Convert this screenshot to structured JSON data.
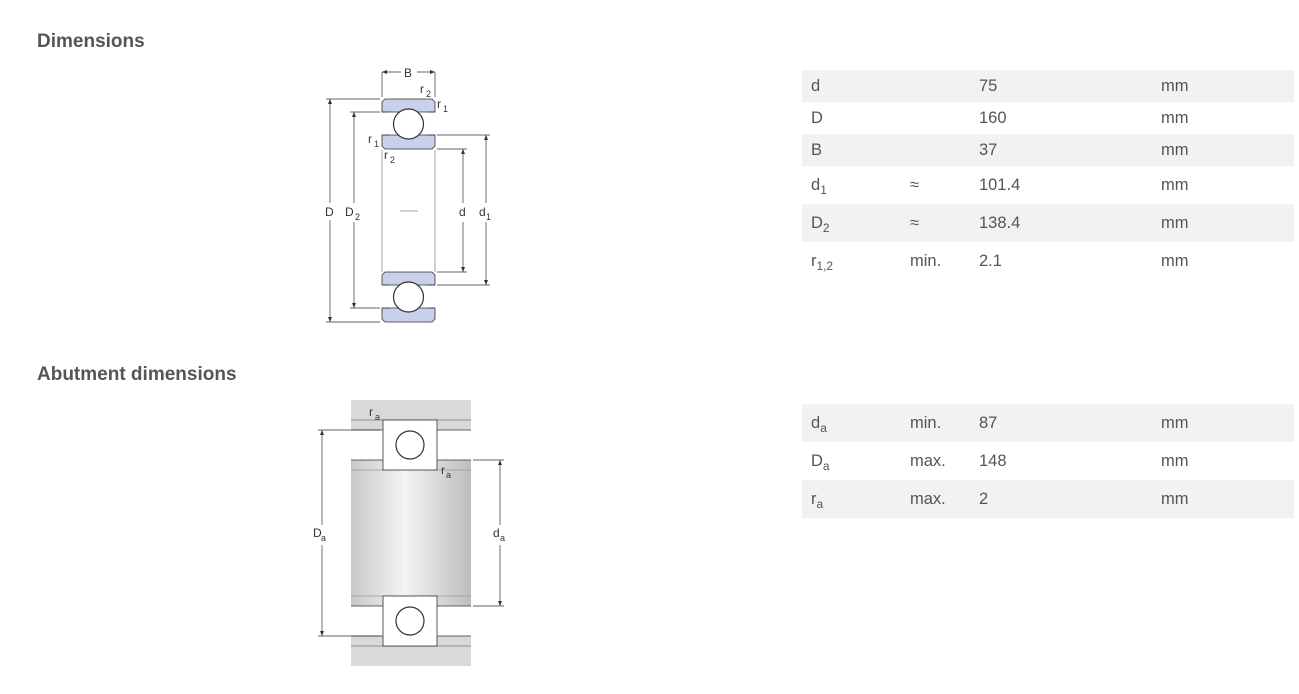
{
  "dimensions": {
    "title": "Dimensions",
    "drawing_labels": {
      "B": "B",
      "D": "D",
      "D2": "D",
      "d": "d",
      "d1": "d",
      "r1": "r",
      "r2": "r",
      "sub_1": "1",
      "sub_2": "2"
    },
    "rows": [
      {
        "symbol": "d",
        "sub": "",
        "qualifier": "",
        "value": "75",
        "unit": "mm"
      },
      {
        "symbol": "D",
        "sub": "",
        "qualifier": "",
        "value": "160",
        "unit": "mm"
      },
      {
        "symbol": "B",
        "sub": "",
        "qualifier": "",
        "value": "37",
        "unit": "mm"
      },
      {
        "symbol": "d",
        "sub": "1",
        "qualifier": "≈",
        "value": "101.4",
        "unit": "mm"
      },
      {
        "symbol": "D",
        "sub": "2",
        "qualifier": "≈",
        "value": "138.4",
        "unit": "mm"
      },
      {
        "symbol": "r",
        "sub": "1,2",
        "qualifier": "min.",
        "value": "2.1",
        "unit": "mm"
      }
    ]
  },
  "abutment": {
    "title": "Abutment dimensions",
    "drawing_labels": {
      "Da": "D",
      "da": "d",
      "ra": "r",
      "sub_a": "a"
    },
    "rows": [
      {
        "symbol": "d",
        "sub": "a",
        "qualifier": "min.",
        "value": "87",
        "unit": "mm"
      },
      {
        "symbol": "D",
        "sub": "a",
        "qualifier": "max.",
        "value": "148",
        "unit": "mm"
      },
      {
        "symbol": "r",
        "sub": "a",
        "qualifier": "max.",
        "value": "2",
        "unit": "mm"
      }
    ]
  },
  "colors": {
    "ring_fill": "#c8d0eb",
    "shaft_fill": "#d9d9d9",
    "row_shade": "#f2f2f2",
    "text": "#555555"
  }
}
